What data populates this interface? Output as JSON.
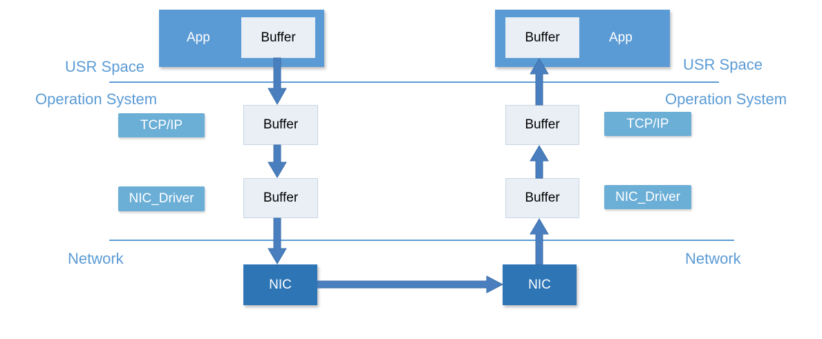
{
  "layers": {
    "usr_space": "USR Space",
    "operation_system": "Operation System",
    "network": "Network"
  },
  "sender": {
    "app": "App",
    "app_buffer": "Buffer",
    "protocol": "TCP/IP",
    "driver": "NIC_Driver",
    "os_buffer": "Buffer",
    "driver_buffer": "Buffer",
    "nic": "NIC"
  },
  "receiver": {
    "app": "App",
    "app_buffer": "Buffer",
    "protocol": "TCP/IP",
    "driver": "NIC_Driver",
    "os_buffer": "Buffer",
    "driver_buffer": "Buffer",
    "nic": "NIC"
  },
  "colors": {
    "layer_text": "#5b9bd5",
    "app_fill": "#5b9bd5",
    "protocol_fill": "#6baed6",
    "nic_fill": "#2e75b6",
    "arrow_fill": "#4a7fbf",
    "buffer_fill": "#e9eff5"
  }
}
